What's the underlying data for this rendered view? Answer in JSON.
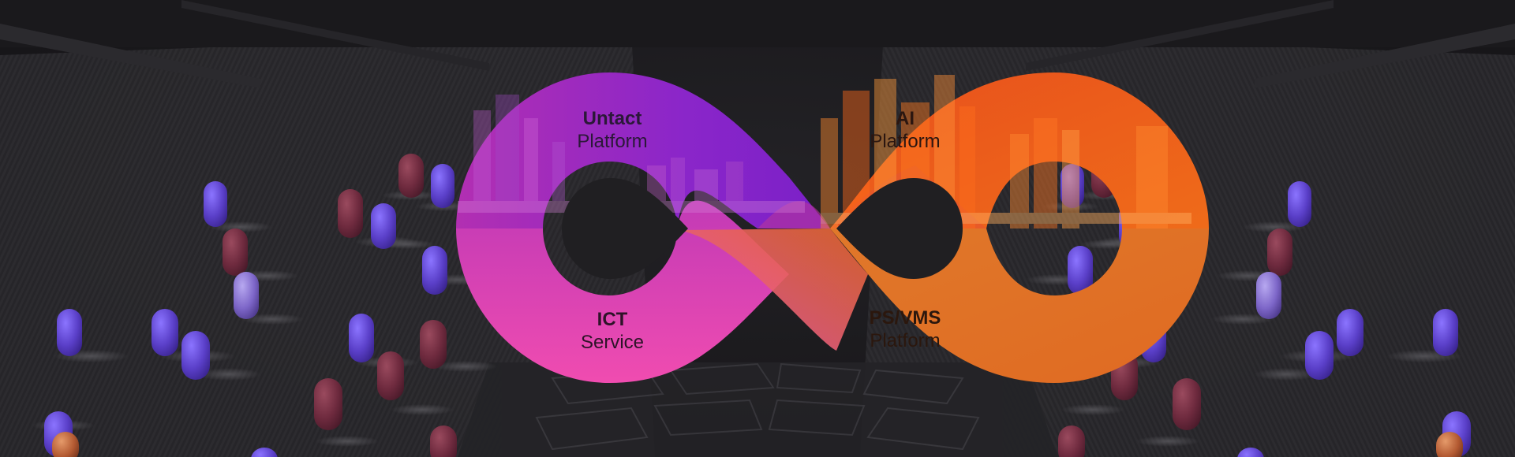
{
  "segments": {
    "top_left": {
      "title": "Untact",
      "subtitle": "Platform"
    },
    "top_right": {
      "title": "AI",
      "subtitle": "Platform"
    },
    "bottom_left": {
      "title": "ICT",
      "subtitle": "Service"
    },
    "bottom_right": {
      "title": "PS/VMS",
      "subtitle": "Platform"
    }
  },
  "colors": {
    "background": "#1a191c",
    "purple": "#8a2bc4",
    "magenta": "#e040b0",
    "red_orange": "#e64a1e",
    "orange": "#e37a2a",
    "pill_blue": "#5a3fc8",
    "pill_red": "#6e2a3e"
  },
  "icons": [
    "infinity-loop-graphic",
    "city-skyline-image",
    "floor-pill-markers"
  ]
}
